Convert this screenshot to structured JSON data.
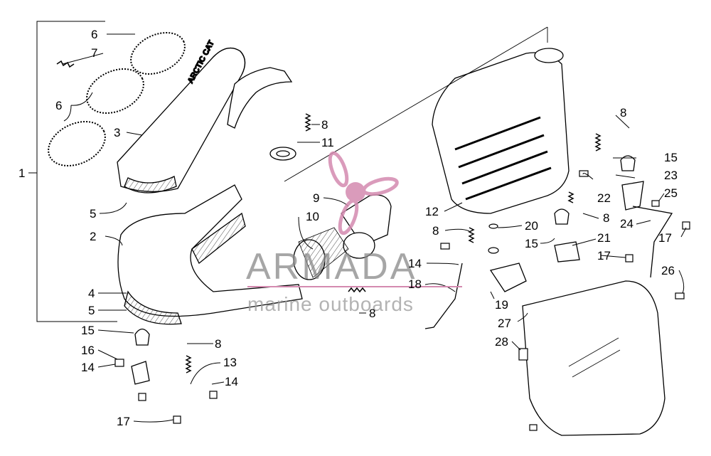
{
  "diagram": {
    "callouts": [
      {
        "id": "c1",
        "text": "1"
      },
      {
        "id": "c6a",
        "text": "6"
      },
      {
        "id": "c7",
        "text": "7"
      },
      {
        "id": "c6b",
        "text": "6"
      },
      {
        "id": "c3",
        "text": "3"
      },
      {
        "id": "c5a",
        "text": "5"
      },
      {
        "id": "c2",
        "text": "2"
      },
      {
        "id": "c4",
        "text": "4"
      },
      {
        "id": "c5b",
        "text": "5"
      },
      {
        "id": "c15a",
        "text": "15"
      },
      {
        "id": "c16",
        "text": "16"
      },
      {
        "id": "c14a",
        "text": "14"
      },
      {
        "id": "c17a",
        "text": "17"
      },
      {
        "id": "c8a",
        "text": "8"
      },
      {
        "id": "c13",
        "text": "13"
      },
      {
        "id": "c14b",
        "text": "14"
      },
      {
        "id": "c8b",
        "text": "8"
      },
      {
        "id": "c11",
        "text": "11"
      },
      {
        "id": "c9",
        "text": "9"
      },
      {
        "id": "c10",
        "text": "10"
      },
      {
        "id": "c8c",
        "text": "8"
      },
      {
        "id": "c14c",
        "text": "14"
      },
      {
        "id": "c18",
        "text": "18"
      },
      {
        "id": "c19",
        "text": "19"
      },
      {
        "id": "c12",
        "text": "12"
      },
      {
        "id": "c8d",
        "text": "8"
      },
      {
        "id": "c20",
        "text": "20"
      },
      {
        "id": "c15b",
        "text": "15"
      },
      {
        "id": "c8e",
        "text": "8"
      },
      {
        "id": "c15c",
        "text": "15"
      },
      {
        "id": "c23",
        "text": "23"
      },
      {
        "id": "c22",
        "text": "22"
      },
      {
        "id": "c25",
        "text": "25"
      },
      {
        "id": "c8f",
        "text": "8"
      },
      {
        "id": "c24",
        "text": "24"
      },
      {
        "id": "c17b",
        "text": "17"
      },
      {
        "id": "c21",
        "text": "21"
      },
      {
        "id": "c17c",
        "text": "17"
      },
      {
        "id": "c26",
        "text": "26"
      },
      {
        "id": "c27",
        "text": "27"
      },
      {
        "id": "c28",
        "text": "28"
      }
    ],
    "muffler_brand": "ARCTIC CAT"
  },
  "watermark": {
    "title": "ARMADA",
    "subtitle": "marine outboards",
    "accent_color": "#d48ab0"
  }
}
